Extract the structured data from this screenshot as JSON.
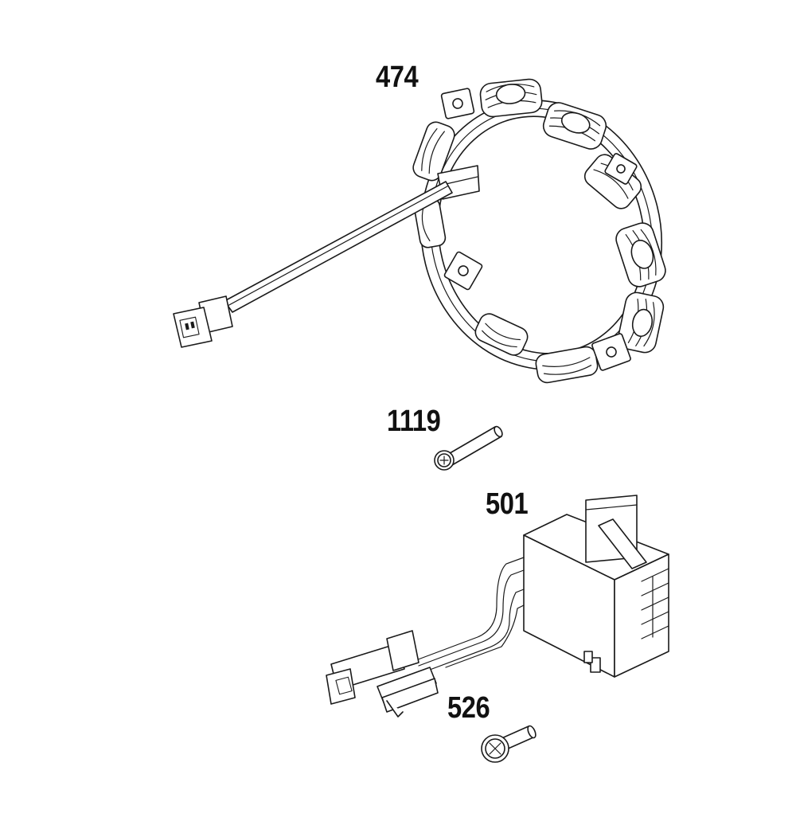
{
  "diagram": {
    "colors": {
      "line": "#1a1a1a",
      "background": "#ffffff"
    },
    "parts": [
      {
        "id": "stator",
        "callout": "474"
      },
      {
        "id": "stator-screw",
        "callout": "1119"
      },
      {
        "id": "regulator",
        "callout": "501"
      },
      {
        "id": "regulator-screw",
        "callout": "526"
      }
    ]
  }
}
